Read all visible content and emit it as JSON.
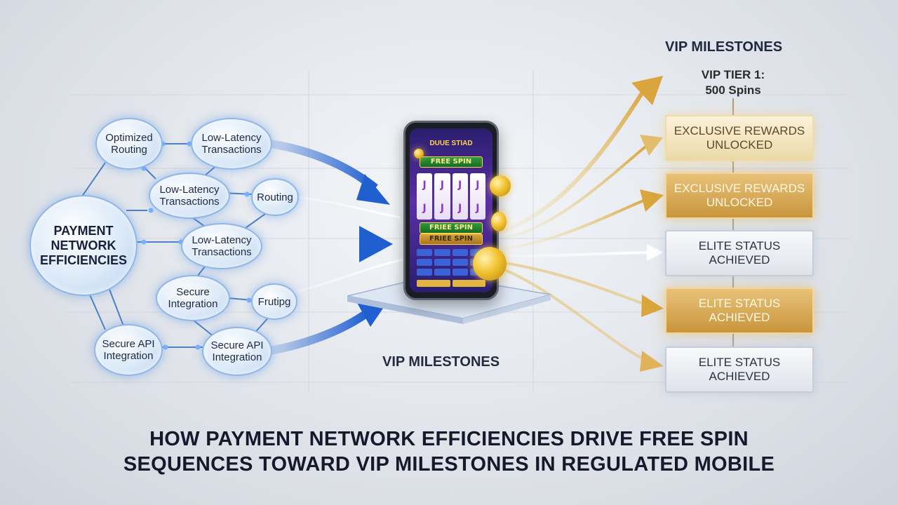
{
  "network": {
    "hub": "PAYMENT NETWORK EFFICIENCIES",
    "nodes": [
      "Optimized Routing",
      "Low-Latency Transactions",
      "Low-Latency Transactions",
      "Routing",
      "Low-Latency Transactions",
      "Secure Integration",
      "Frutipg",
      "Secure API Integration",
      "Secure API Integration"
    ]
  },
  "phone": {
    "game_title": "DUUE STIAD",
    "banner_top": "FREE SPIN",
    "banner_mid": "FRIEE SPIN",
    "banner_low": "FRIEE SPIN",
    "reel_symbol": "J"
  },
  "center_label": "VIP MILESTONES",
  "milestones": {
    "title": "VIP MILESTONES",
    "tier": "VIP TIER 1: 500 Spins",
    "items": [
      "EXCLUSIVE REWARDS UNLOCKED",
      "EXCLUSIVE REWARDS UNLOCKED",
      "ELITE STATUS ACHIEVED",
      "ELITE STATUS ACHIEVED",
      "ELITE STATUS ACHIEVED"
    ]
  },
  "headline": {
    "line1": "HOW PAYMENT NETWORK EFFICIENCIES DRIVE FREE SPIN",
    "line2": "SEQUENCES TOWARD VIP MILESTONES IN REGULATED MOBILE"
  },
  "colors": {
    "blue_accent": "#1f5fd0",
    "gold_accent": "#d9a53c",
    "text_dark": "#141a2c"
  }
}
